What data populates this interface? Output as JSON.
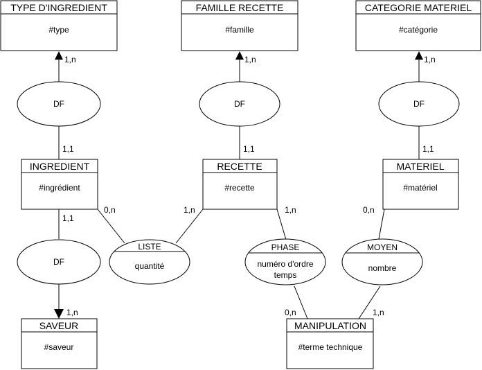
{
  "entities": {
    "type_ingredient": {
      "title": "TYPE D'INGREDIENT",
      "attr": "#type"
    },
    "famille_recette": {
      "title": "FAMILLE RECETTE",
      "attr": "#famille"
    },
    "categorie_materiel": {
      "title": "CATEGORIE MATERIEL",
      "attr": "#catégorie"
    },
    "ingredient": {
      "title": "INGREDIENT",
      "attr": "#ingrédient"
    },
    "recette": {
      "title": "RECETTE",
      "attr": "#recette"
    },
    "materiel": {
      "title": "MATERIEL",
      "attr": "#matériel"
    },
    "saveur": {
      "title": "SAVEUR",
      "attr": "#saveur"
    },
    "manipulation": {
      "title": "MANIPULATION",
      "attr": "#terme technique"
    }
  },
  "associations": {
    "df_type": {
      "label": "DF"
    },
    "df_famille": {
      "label": "DF"
    },
    "df_categorie": {
      "label": "DF"
    },
    "df_saveur": {
      "label": "DF"
    },
    "liste": {
      "title": "LISTE",
      "attr1": "quantité"
    },
    "phase": {
      "title": "PHASE",
      "attr1": "numéro d'ordre",
      "attr2": "temps"
    },
    "moyen": {
      "title": "MOYEN",
      "attr1": "nombre"
    }
  },
  "cardinalities": {
    "type_up": "1,n",
    "ingredient_df_type": "1,1",
    "famille_up": "1,n",
    "recette_df_famille": "1,1",
    "categorie_up": "1,n",
    "materiel_df_categorie": "1,1",
    "ingredient_liste": "0,n",
    "recette_liste": "1,n",
    "recette_phase": "1,n",
    "materiel_moyen": "0,n",
    "ingredient_df_saveur": "1,1",
    "saveur_up": "1,n",
    "manipulation_phase": "0,n",
    "manipulation_moyen": "1,n"
  }
}
